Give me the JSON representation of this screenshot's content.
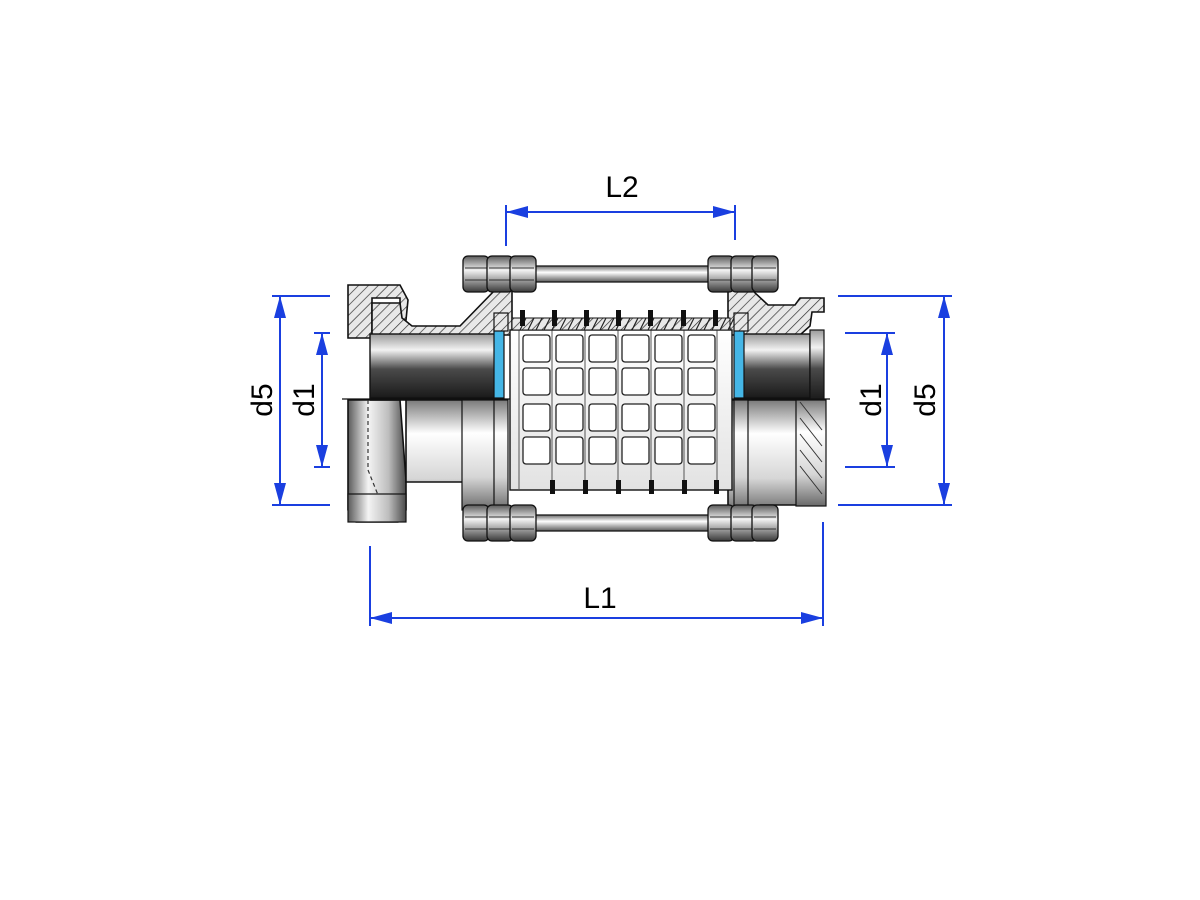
{
  "dimensions": {
    "L1": "L1",
    "L2": "L2",
    "d1_left": "d1",
    "d5_left": "d5",
    "d1_right": "d1",
    "d5_right": "d5"
  },
  "colors": {
    "dimension_line": "#1a3fe0",
    "gasket_blue": "#45b6e6",
    "steel_dark": "#2a2a2a",
    "steel_light": "#e4e4e4"
  }
}
